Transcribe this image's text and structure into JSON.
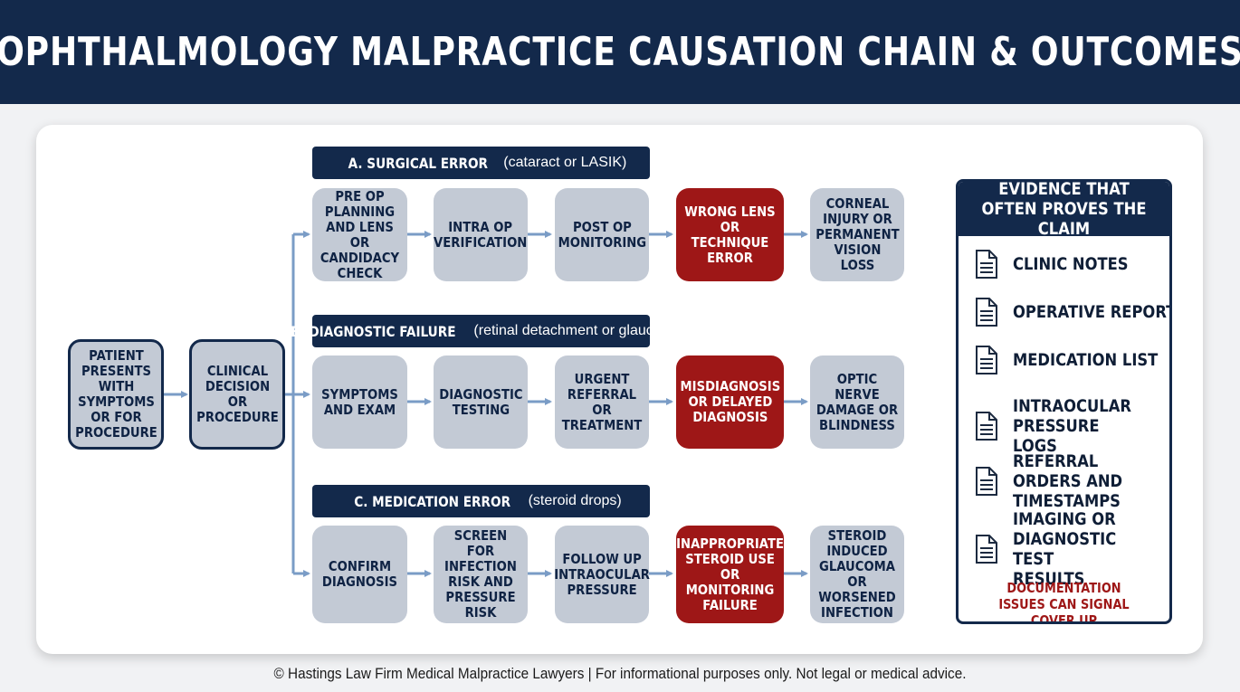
{
  "header": {
    "title": "OPHTHALMOLOGY MALPRACTICE CAUSATION CHAIN & OUTCOMES"
  },
  "start": {
    "patient": "PATIENT PRESENTS WITH SYMPTOMS OR FOR PROCEDURE",
    "decision": "CLINICAL DECISION OR PROCEDURE"
  },
  "branches": [
    {
      "title": "A. SURGICAL ERROR",
      "subtitle": "(cataract or LASIK)",
      "steps": [
        "PRE OP PLANNING AND LENS OR CANDIDACY CHECK",
        "INTRA OP VERIFICATION",
        "POST OP MONITORING"
      ],
      "error": "WRONG LENS OR TECHNIQUE ERROR",
      "outcome": "CORNEAL INJURY OR PERMANENT VISION LOSS"
    },
    {
      "title": "B. DIAGNOSTIC FAILURE",
      "subtitle": "(retinal detachment or glaucoma)",
      "steps": [
        "SYMPTOMS AND EXAM",
        "DIAGNOSTIC TESTING",
        "URGENT REFERRAL OR TREATMENT"
      ],
      "error": "MISDIAGNOSIS OR DELAYED DIAGNOSIS",
      "outcome": "OPTIC NERVE DAMAGE OR BLINDNESS"
    },
    {
      "title": "C. MEDICATION ERROR",
      "subtitle": "(steroid drops)",
      "steps": [
        "CONFIRM DIAGNOSIS",
        "SCREEN FOR INFECTION RISK AND PRESSURE RISK",
        "FOLLOW UP INTRAOCULAR PRESSURE"
      ],
      "error": "INAPPROPRIATE STEROID USE OR MONITORING FAILURE",
      "outcome": "STEROID INDUCED GLAUCOMA OR WORSENED INFECTION"
    }
  ],
  "evidence": {
    "title": "EVIDENCE THAT OFTEN PROVES THE CLAIM",
    "items": [
      {
        "label": "CLINIC NOTES",
        "icon": "document-icon"
      },
      {
        "label": "OPERATIVE REPORT",
        "icon": "document-icon"
      },
      {
        "label": "MEDICATION LIST",
        "icon": "document-icon"
      },
      {
        "label": "INTRAOCULAR PRESSURE LOGS",
        "icon": "document-icon"
      },
      {
        "label": "REFERRAL ORDERS AND TIMESTAMPS",
        "icon": "document-icon"
      },
      {
        "label": "IMAGING OR DIAGNOSTIC TEST RESULTS",
        "icon": "document-icon"
      }
    ],
    "note": "DOCUMENTATION ISSUES CAN SIGNAL COVER UP"
  },
  "footer": {
    "text": "© Hastings Law Firm Medical Malpractice Lawyers | For informational purposes only. Not legal or medical advice."
  },
  "colors": {
    "navy": "#13294b",
    "step_gray": "#c3cad5",
    "error_red": "#9e1717",
    "arrow_blue": "#7a9cc6"
  }
}
